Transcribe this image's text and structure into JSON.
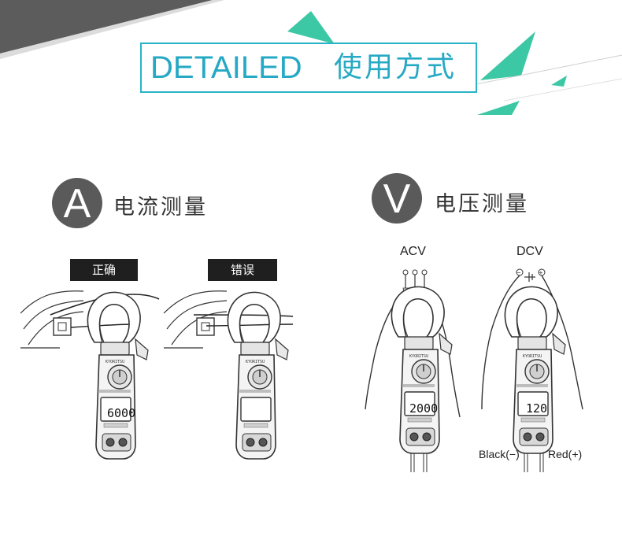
{
  "header": {
    "title_en": "DETAILED",
    "title_cn": "使用方式",
    "accent_color": "#3cc8a4",
    "border_color": "#2bb3c8"
  },
  "current_section": {
    "letter": "A",
    "title": "电流测量",
    "correct_label": "正确",
    "wrong_label": "错误",
    "meter_reading": "6000"
  },
  "voltage_section": {
    "letter": "V",
    "title": "电压测量",
    "acv_label": "ACV",
    "dcv_label": "DCV",
    "acv_reading": "2000",
    "dcv_reading": "120",
    "black_lead": "Black(−)",
    "red_lead": "Red(+)",
    "minus_symbol": "−",
    "plus_symbol": "+"
  }
}
